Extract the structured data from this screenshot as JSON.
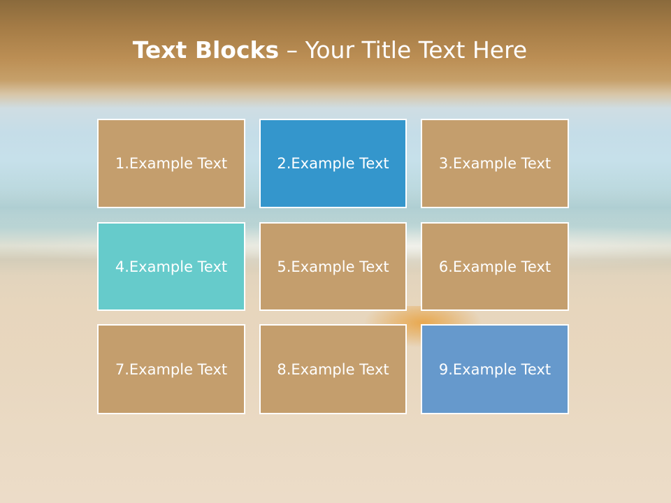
{
  "slide": {
    "title_bold": "Text Blocks",
    "title_rest": " – Your Title Text Here"
  },
  "blocks": [
    {
      "label": "1.Example Text",
      "color": "#c49e6d"
    },
    {
      "label": "2.Example Text",
      "color": "#3496cc"
    },
    {
      "label": "3.Example Text",
      "color": "#c49e6d"
    },
    {
      "label": "4.Example Text",
      "color": "#66cbcb"
    },
    {
      "label": "5.Example Text",
      "color": "#c49e6d"
    },
    {
      "label": "6.Example Text",
      "color": "#c49e6d"
    },
    {
      "label": "7.Example Text",
      "color": "#c49e6d"
    },
    {
      "label": "8.Example Text",
      "color": "#c49e6d"
    },
    {
      "label": "9.Example Text",
      "color": "#6699cc"
    }
  ]
}
